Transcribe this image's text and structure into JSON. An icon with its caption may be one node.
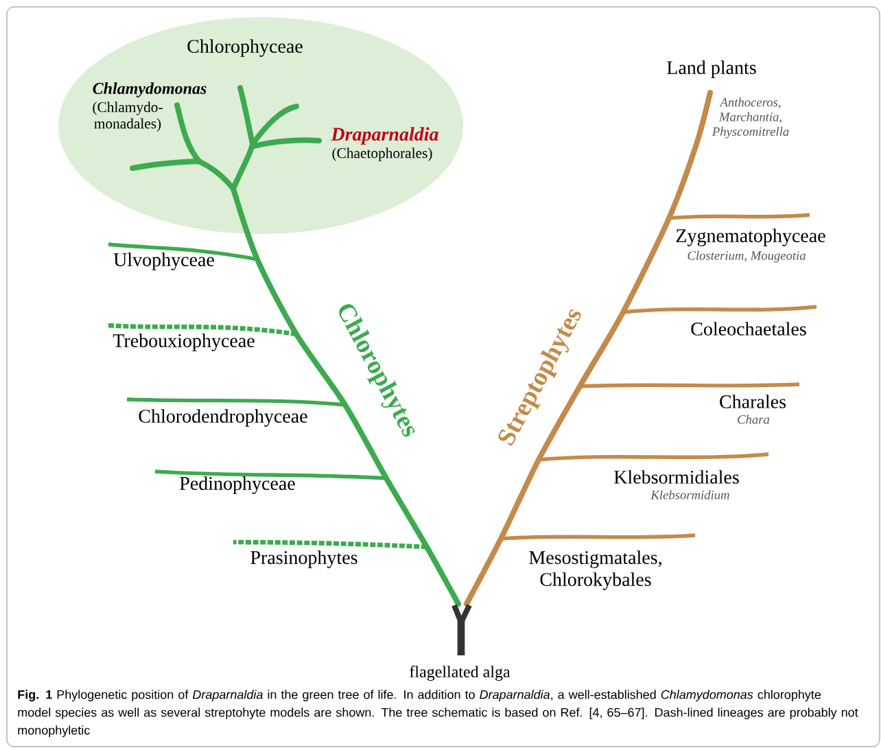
{
  "diagram": {
    "caption": "**Fig. 1** Phylogenetic position of *Draparnaldia* in the green tree of life. In addition to *Draparnaldia*, a well-established *Chlamydomonas* chlorophyte model species as well as several streptohyte models are shown. The tree schematic is based on Ref. [4, 65–67]. Dash-lined lineages are probably not monophyletic",
    "nodes": [
      {
        "text": [
          "Chlorophyceae"
        ]
      }
    ],
    "labels": [
      "Chlamydomonas",
      "(Chlamydo- monadales)",
      "Draparnaldia",
      "(Chaetophorales)",
      "Land plants",
      "Anthoceros, Marchantia, Physcomitrella",
      "Ulvophyceae",
      "Zygnematophyceae",
      "Closterium, Mougeotia",
      "Trebouxiophyceae",
      "Coleochaetales",
      "Chlorophytes",
      "Streptophytes",
      "Chlorodendrophyceae",
      "Charales",
      "Chara",
      "Pedinophyceae",
      "Klebsormidiales",
      "Klebsormidium",
      "Prasinophytes",
      "Mesostigmatales, Chlorokybales",
      "flagellated alga"
    ]
  }
}
